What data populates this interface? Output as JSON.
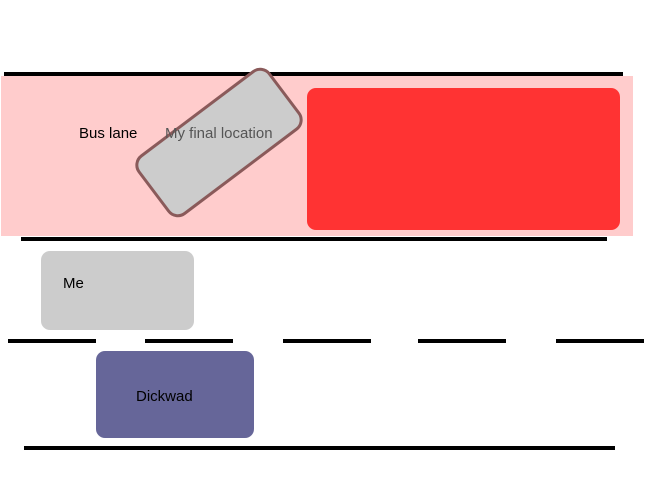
{
  "labels": {
    "bus_lane": "Bus lane",
    "final_location": "My final location",
    "me": "Me",
    "other_car": "Dickwad"
  },
  "colors": {
    "bus_lane": "#ffcccc",
    "bus": "#ff3333",
    "my_car": "#cccccc",
    "final_outline": "#8a5a5a",
    "other_car": "#666699",
    "road_line": "#000000"
  }
}
